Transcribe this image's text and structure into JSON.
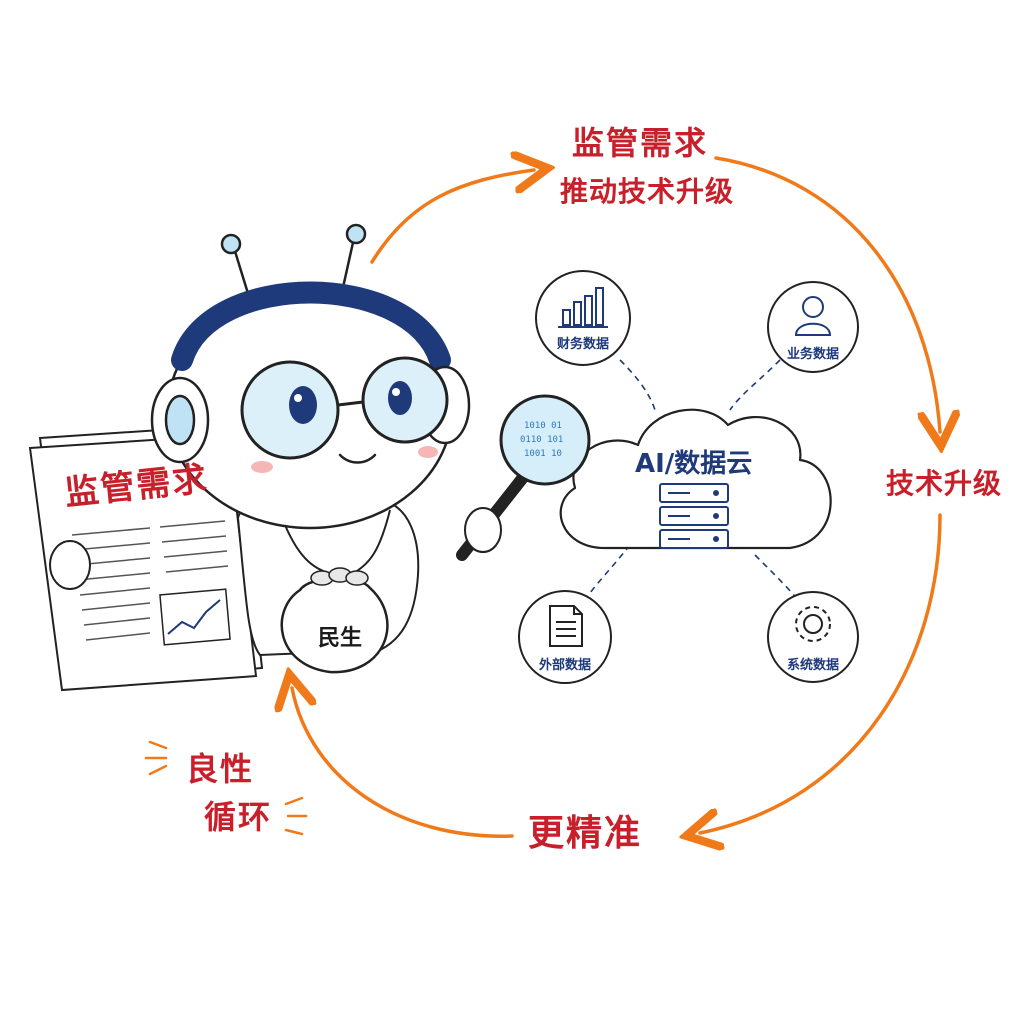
{
  "cycle": {
    "top_line1": "监管需求",
    "top_line2": "推动技术升级",
    "right": "技术升级",
    "bottom": "更精准",
    "left_line1": "良性",
    "left_line2": "循环"
  },
  "robot": {
    "newspaper_headline": "监管需求",
    "bag_label": "民生"
  },
  "cloud": {
    "label": "AI/数据云"
  },
  "nodes": [
    {
      "label": "财务数据",
      "icon": "bar-chart-icon"
    },
    {
      "label": "业务数据",
      "icon": "user-icon"
    },
    {
      "label": "外部数据",
      "icon": "document-icon"
    },
    {
      "label": "系统数据",
      "icon": "gear-icon"
    }
  ],
  "colors": {
    "arrow": "#f07a1a",
    "label_red": "#c8202a",
    "navy": "#1f3a7a",
    "lens_blue": "#bfe3f5"
  }
}
